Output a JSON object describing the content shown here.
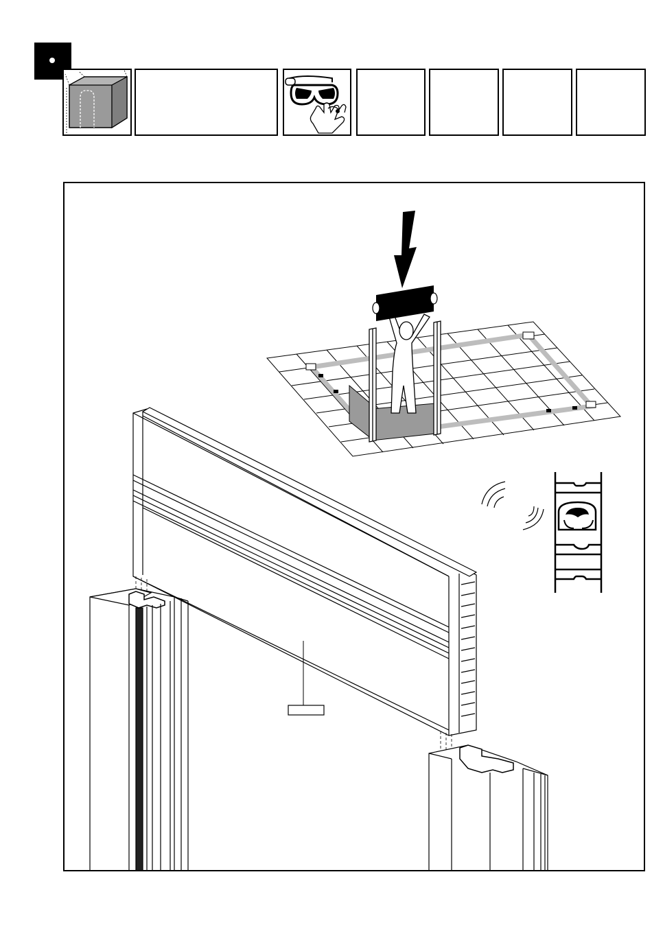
{
  "step": {
    "number": "",
    "marker": "dot"
  },
  "tool_icons": [
    {
      "name": "cube-dimensions-icon",
      "label": ""
    },
    {
      "name": "blank-panel-wide",
      "label": ""
    },
    {
      "name": "goggles-gloves-icon",
      "label": ""
    },
    {
      "name": "blank-panel-1",
      "label": ""
    },
    {
      "name": "blank-panel-2",
      "label": ""
    },
    {
      "name": "blank-panel-3",
      "label": ""
    },
    {
      "name": "blank-panel-4",
      "label": ""
    }
  ],
  "illustration": {
    "part_label": "",
    "colors": {
      "line": "#000000",
      "rail_gray": "#bdbdbd",
      "panel_gray": "#9a9a9a",
      "profile_dark": "#333333"
    }
  }
}
